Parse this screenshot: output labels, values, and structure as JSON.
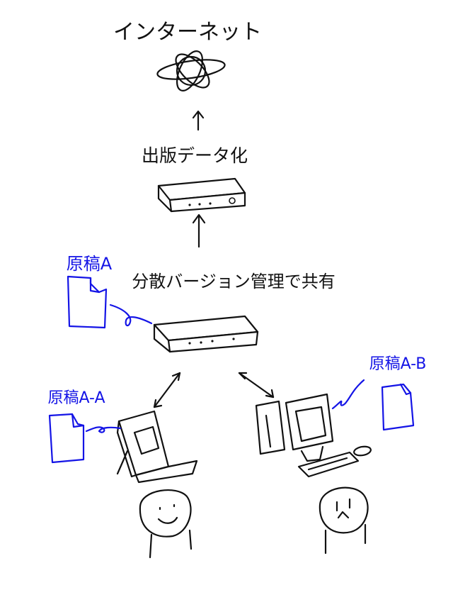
{
  "labels": {
    "internet": "インターネット",
    "publish": "出版データ化",
    "shared_server": "分散バージョン管理で共有",
    "manuscript_a": "原稿A",
    "manuscript_aa": "原稿A-A",
    "manuscript_ab": "原稿A-B"
  },
  "colors": {
    "ink": "#111111",
    "accent": "#1414e6",
    "background": "#ffffff"
  },
  "icons": [
    "globe-icon",
    "server-icon",
    "laptop-icon",
    "desktop-computer-icon",
    "person-icon",
    "document-icon"
  ]
}
